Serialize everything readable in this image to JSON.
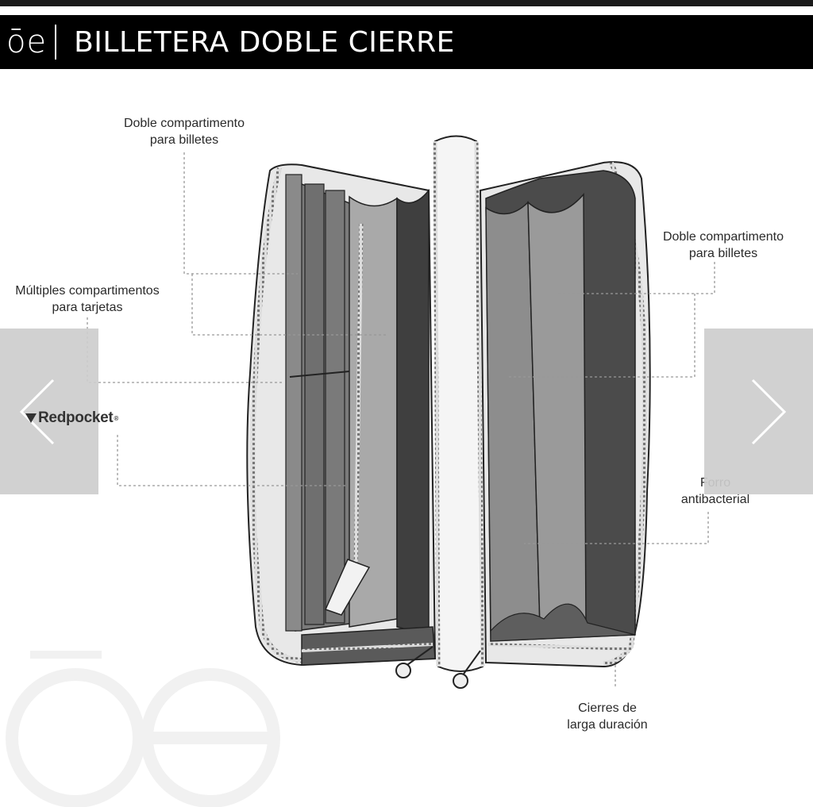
{
  "header": {
    "logo": "ōe",
    "title": "BILLETERA DOBLE CIERRE"
  },
  "callouts": {
    "doble_left": "Doble compartimento\npara billetes",
    "multiples": "Múltiples compartimentos\npara tarjetas",
    "doble_right": "Doble compartimento\npara billetes",
    "forro": "Forro\nantibacterial",
    "cierres": "Cierres de\nlarga duración"
  },
  "brand": {
    "name": "Redpocket",
    "mark": "®"
  },
  "colors": {
    "header_bg": "#000000",
    "header_text": "#ffffff",
    "nav_panel": "#cdcdcd",
    "label_text": "#2a2a2a"
  },
  "icons": {
    "prev": "chevron-left-icon",
    "next": "chevron-right-icon",
    "watermark": "oe-logo-watermark"
  }
}
